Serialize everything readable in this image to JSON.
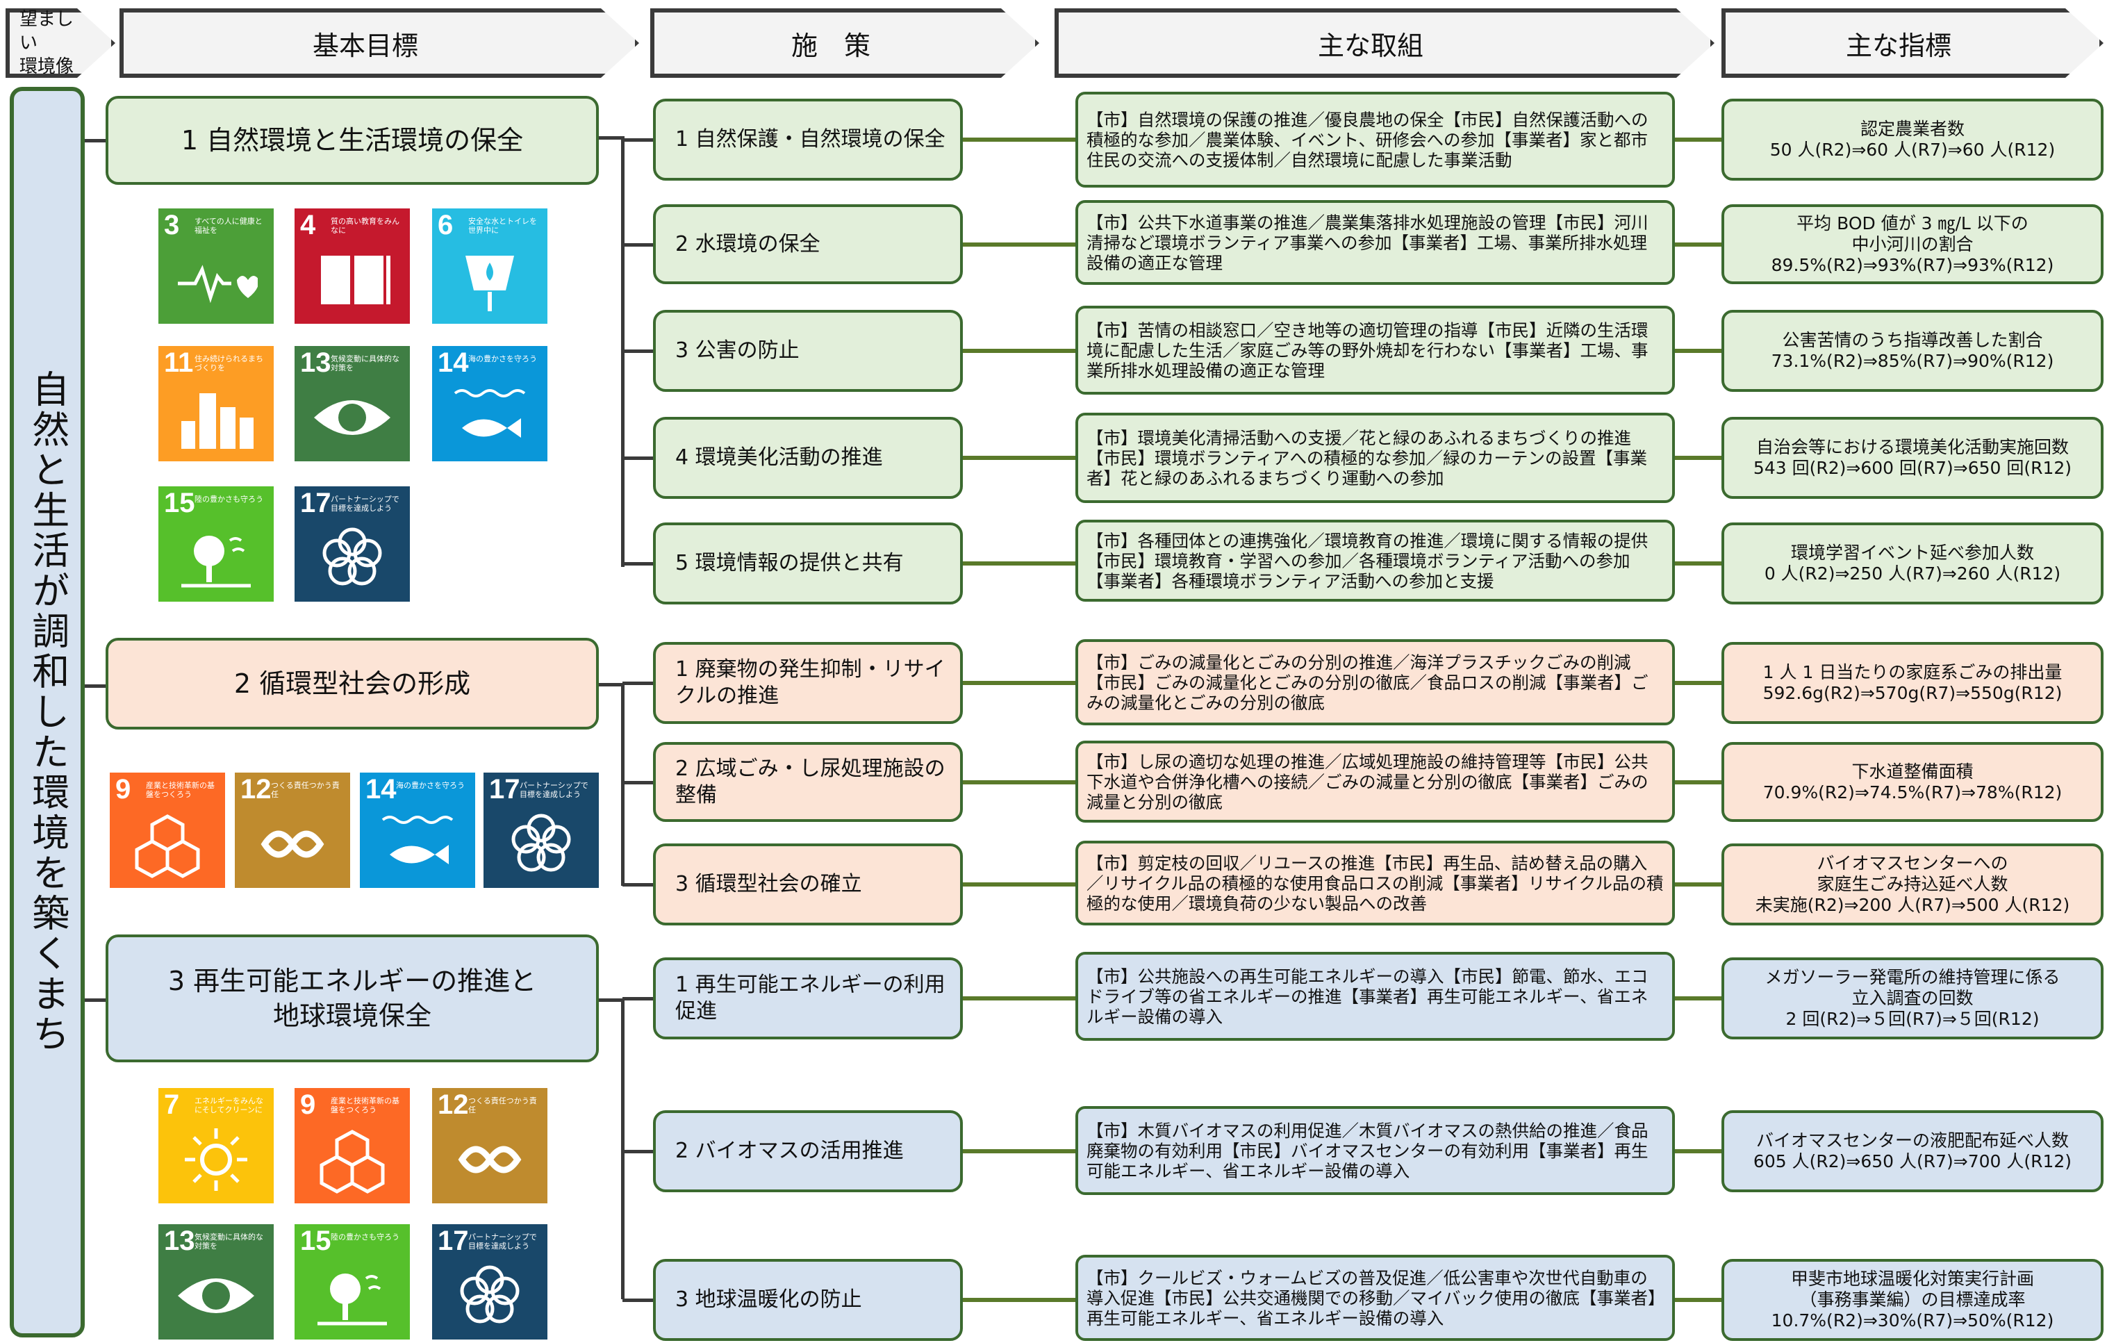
{
  "headers": {
    "vision": "望ましい\n環境像",
    "goal": "基本目標",
    "measure": "施　策",
    "action": "主な取組",
    "indicator": "主な指標"
  },
  "vision_text": "自然と生活が調和した環境を築くまち",
  "goals": [
    {
      "label": "1 自然環境と生活環境の保全",
      "sdgs": [
        {
          "num": "3",
          "text": "すべての人に健康と福祉を",
          "color": "#4c9f38",
          "icon": "heartbeat-icon"
        },
        {
          "num": "4",
          "text": "質の高い教育をみんなに",
          "color": "#c5192d",
          "icon": "book-icon"
        },
        {
          "num": "6",
          "text": "安全な水とトイレを世界中に",
          "color": "#26bde2",
          "icon": "water-icon"
        },
        {
          "num": "11",
          "text": "住み続けられるまちづくりを",
          "color": "#fd9d24",
          "icon": "city-icon"
        },
        {
          "num": "13",
          "text": "気候変動に具体的な対策を",
          "color": "#3f7e44",
          "icon": "eye-globe-icon"
        },
        {
          "num": "14",
          "text": "海の豊かさを守ろう",
          "color": "#0a97d9",
          "icon": "fish-icon"
        },
        {
          "num": "15",
          "text": "陸の豊かさも守ろう",
          "color": "#56c02b",
          "icon": "tree-icon"
        },
        {
          "num": "17",
          "text": "パートナーシップで目標を達成しよう",
          "color": "#19486a",
          "icon": "flower-icon"
        }
      ]
    },
    {
      "label": "2 循環型社会の形成",
      "sdgs": [
        {
          "num": "9",
          "text": "産業と技術革新の基盤をつくろう",
          "color": "#fd6925",
          "icon": "cubes-icon"
        },
        {
          "num": "12",
          "text": "つくる責任つかう責任",
          "color": "#bf8b2e",
          "icon": "infinity-icon"
        },
        {
          "num": "14",
          "text": "海の豊かさを守ろう",
          "color": "#0a97d9",
          "icon": "fish-icon"
        },
        {
          "num": "17",
          "text": "パートナーシップで目標を達成しよう",
          "color": "#19486a",
          "icon": "flower-icon"
        }
      ]
    },
    {
      "label": "3 再生可能エネルギーの推進と\n地球環境保全",
      "sdgs": [
        {
          "num": "7",
          "text": "エネルギーをみんなにそしてクリーンに",
          "color": "#fcc30b",
          "icon": "sun-icon"
        },
        {
          "num": "9",
          "text": "産業と技術革新の基盤をつくろう",
          "color": "#fd6925",
          "icon": "cubes-icon"
        },
        {
          "num": "12",
          "text": "つくる責任つかう責任",
          "color": "#bf8b2e",
          "icon": "infinity-icon"
        },
        {
          "num": "13",
          "text": "気候変動に具体的な対策を",
          "color": "#3f7e44",
          "icon": "eye-globe-icon"
        },
        {
          "num": "15",
          "text": "陸の豊かさも守ろう",
          "color": "#56c02b",
          "icon": "tree-icon"
        },
        {
          "num": "17",
          "text": "パートナーシップで目標を達成しよう",
          "color": "#19486a",
          "icon": "flower-icon"
        }
      ]
    }
  ],
  "rows": [
    {
      "measure": "1 自然保護・自然環境の保全",
      "action": "【市】自然環境の保護の推進／優良農地の保全【市民】自然保護活動への積極的な参加／農業体験、イベント、研修会への参加【事業者】家と都市住民の交流への支援体制／自然環境に配慮した事業活動",
      "indicator": [
        "認定農業者数",
        "50 人(R2)⇒60 人(R7)⇒60 人(R12)"
      ]
    },
    {
      "measure": "2 水環境の保全",
      "action": "【市】公共下水道事業の推進／農業集落排水処理施設の管理【市民】河川清掃など環境ボランティア事業への参加【事業者】工場、事業所排水処理設備の適正な管理",
      "indicator": [
        "平均 BOD 値が 3 ㎎/L 以下の",
        "中小河川の割合",
        "89.5%(R2)⇒93%(R7)⇒93%(R12)"
      ]
    },
    {
      "measure": "3 公害の防止",
      "action": "【市】苦情の相談窓口／空き地等の適切管理の指導【市民】近隣の生活環境に配慮した生活／家庭ごみ等の野外焼却を行わない【事業者】工場、事業所排水処理設備の適正な管理",
      "indicator": [
        "公害苦情のうち指導改善した割合",
        "73.1%(R2)⇒85%(R7)⇒90%(R12)"
      ]
    },
    {
      "measure": "4 環境美化活動の推進",
      "action": "【市】環境美化清掃活動への支援／花と緑のあふれるまちづくりの推進【市民】環境ボランティアへの積極的な参加／緑のカーテンの設置【事業者】花と緑のあふれるまちづくり運動への参加",
      "indicator": [
        "自治会等における環境美化活動実施回数",
        "543 回(R2)⇒600 回(R7)⇒650 回(R12)"
      ]
    },
    {
      "measure": "5 環境情報の提供と共有",
      "action": "【市】各種団体との連携強化／環境教育の推進／環境に関する情報の提供【市民】環境教育・学習への参加／各種環境ボランティア活動への参加【事業者】各種環境ボランティア活動への参加と支援",
      "indicator": [
        "環境学習イベント延べ参加人数",
        "0 人(R2)⇒250 人(R7)⇒260 人(R12)"
      ]
    },
    {
      "measure": "1 廃棄物の発生抑制・リサイクルの推進",
      "action": "【市】ごみの減量化とごみの分別の推進／海洋プラスチックごみの削減【市民】ごみの減量化とごみの分別の徹底／食品ロスの削減【事業者】ごみの減量化とごみの分別の徹底",
      "indicator": [
        "1 人 1 日当たりの家庭系ごみの排出量",
        "592.6g(R2)⇒570g(R7)⇒550g(R12)"
      ]
    },
    {
      "measure": "2 広域ごみ・し尿処理施設の整備",
      "action": "【市】し尿の適切な処理の推進／広域処理施設の維持管理等【市民】公共下水道や合併浄化槽への接続／ごみの減量と分別の徹底【事業者】ごみの減量と分別の徹底",
      "indicator": [
        "下水道整備面積",
        "70.9%(R2)⇒74.5%(R7)⇒78%(R12)"
      ]
    },
    {
      "measure": "3 循環型社会の確立",
      "action": "【市】剪定枝の回収／リユースの推進【市民】再生品、詰め替え品の購入／リサイクル品の積極的な使用食品ロスの削減【事業者】リサイクル品の積極的な使用／環境負荷の少ない製品への改善",
      "indicator": [
        "バイオマスセンターへの",
        "家庭生ごみ持込延べ人数",
        "未実施(R2)⇒200 人(R7)⇒500 人(R12)"
      ]
    },
    {
      "measure": "1 再生可能エネルギーの利用促進",
      "action": "【市】公共施設への再生可能エネルギーの導入【市民】節電、節水、エコドライブ等の省エネルギーの推進【事業者】再生可能エネルギー、省エネルギー設備の導入",
      "indicator": [
        "メガソーラー発電所の維持管理に係る",
        "立入調査の回数",
        "2 回(R2)⇒５回(R7)⇒５回(R12)"
      ]
    },
    {
      "measure": "2 バイオマスの活用推進",
      "action": "【市】木質バイオマスの利用促進／木質バイオマスの熱供給の推進／食品廃棄物の有効利用【市民】バイオマスセンターの有効利用【事業者】再生可能エネルギー、省エネルギー設備の導入",
      "indicator": [
        "バイオマスセンターの液肥配布延べ人数",
        "605 人(R2)⇒650 人(R7)⇒700 人(R12)"
      ]
    },
    {
      "measure": "3 地球温暖化の防止",
      "action": "【市】クールビズ・ウォームビズの普及促進／低公害車や次世代自動車の導入促進【市民】公共交通機関での移動／マイバック使用の徹底【事業者】再生可能エネルギー、省エネルギー設備の導入",
      "indicator": [
        "甲斐市地球温暖化対策実行計画",
        "（事務事業編）の目標達成率",
        "10.7%(R2)⇒30%(R7)⇒50%(R12)"
      ]
    }
  ],
  "colors": {
    "group1": "#e2efda",
    "group2": "#fce4d6",
    "group3": "#d6e2f0",
    "line": "#5a7a2a",
    "border": "#3b6a2f"
  }
}
